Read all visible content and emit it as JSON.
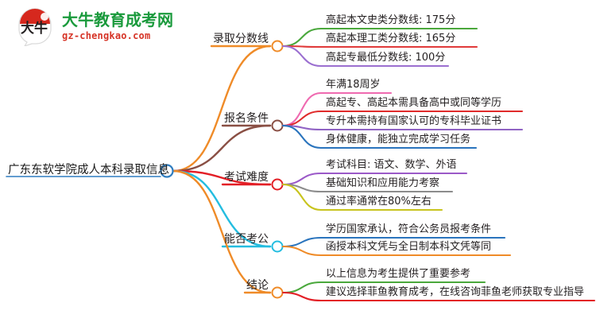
{
  "logo": {
    "mark_icon": "speech-bubble-logo-icon",
    "mark_text": "大牛",
    "title": "大牛教育成考网",
    "subtitle": "gz-chengkao.com",
    "title_color": "#1a9a3c",
    "subtitle_color": "#d63427",
    "mark_color": "#d6281e"
  },
  "mindmap": {
    "root": {
      "label": "广东东软学院成人本科录取信息",
      "color": "#2f7dc0"
    },
    "branches": [
      {
        "label": "录取分数线",
        "color": "#ef8b28",
        "children": [
          {
            "label": "高起本文史类分数线: 175分",
            "color": "#4aa83c"
          },
          {
            "label": "高起本理工类分数线: 165分",
            "color": "#e03a3a"
          },
          {
            "label": "高起专最低分数线: 100分",
            "color": "#9b6fd0"
          }
        ]
      },
      {
        "label": "报名条件",
        "color": "#8a4f44",
        "children": [
          {
            "label": "年满18周岁",
            "color": "#ef6ab0"
          },
          {
            "label": "高起专、高起本需具备高中或同等学历",
            "color": "#e02b2b"
          },
          {
            "label": "专升本需持有国家认可的专科毕业证书",
            "color": "#9063c4"
          },
          {
            "label": "身体健康，能独立完成学习任务",
            "color": "#2a74bd"
          }
        ]
      },
      {
        "label": "考试难度",
        "color": "#e31f26",
        "children": [
          {
            "label": "考试科目: 语文、数学、外语",
            "color": "#9b59c8"
          },
          {
            "label": "基础知识和应用能力考察",
            "color": "#8c8c8c"
          },
          {
            "label": "通过率通常在80%左右",
            "color": "#c8c41e"
          }
        ]
      },
      {
        "label": "能否考公",
        "color": "#24bde0",
        "children": [
          {
            "label": "学历国家承认，符合公务员报考条件",
            "color": "#2a74bd"
          },
          {
            "label": "函授本科文凭与全日制本科文凭等同",
            "color": "#ef8b28"
          }
        ]
      },
      {
        "label": "结论",
        "color": "#ef8b28",
        "children": [
          {
            "label": "以上信息为考生提供了重要参考",
            "color": "#4aa83c"
          },
          {
            "label": "建议选择菲鱼教育成考，在线咨询菲鱼老师获取专业指导",
            "color": "#e31f26"
          }
        ]
      }
    ]
  }
}
